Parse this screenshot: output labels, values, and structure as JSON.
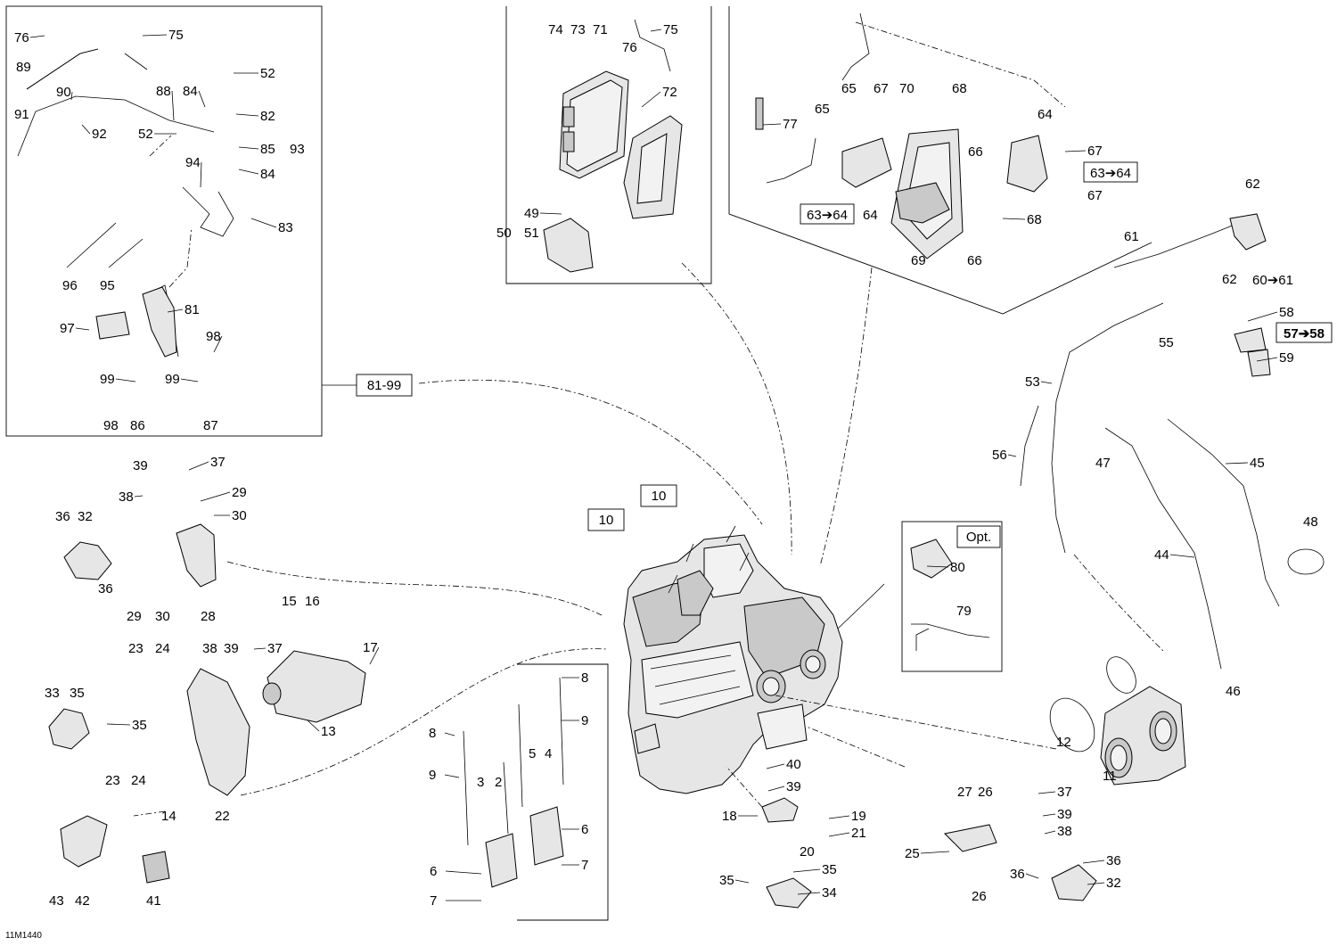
{
  "diagram": {
    "drawing_code": "11M1440",
    "callouts": [
      {
        "id": "c76a",
        "text": "76"
      },
      {
        "id": "c75a",
        "text": "75"
      },
      {
        "id": "c89",
        "text": "89"
      },
      {
        "id": "c90",
        "text": "90"
      },
      {
        "id": "c91",
        "text": "91"
      },
      {
        "id": "c92",
        "text": "92"
      },
      {
        "id": "c88",
        "text": "88"
      },
      {
        "id": "c84a",
        "text": "84"
      },
      {
        "id": "c52a",
        "text": "52"
      },
      {
        "id": "c82",
        "text": "82"
      },
      {
        "id": "c52b",
        "text": "52"
      },
      {
        "id": "c85",
        "text": "85"
      },
      {
        "id": "c93",
        "text": "93"
      },
      {
        "id": "c84b",
        "text": "84"
      },
      {
        "id": "c94",
        "text": "94"
      },
      {
        "id": "c83",
        "text": "83"
      },
      {
        "id": "c96",
        "text": "96"
      },
      {
        "id": "c95",
        "text": "95"
      },
      {
        "id": "c81",
        "text": "81"
      },
      {
        "id": "c97",
        "text": "97"
      },
      {
        "id": "c98a",
        "text": "98"
      },
      {
        "id": "c99a",
        "text": "99"
      },
      {
        "id": "c99b",
        "text": "99"
      },
      {
        "id": "c98b",
        "text": "98"
      },
      {
        "id": "c86",
        "text": "86"
      },
      {
        "id": "c87",
        "text": "87"
      },
      {
        "id": "c74",
        "text": "74"
      },
      {
        "id": "c73",
        "text": "73"
      },
      {
        "id": "c71",
        "text": "71"
      },
      {
        "id": "c76b",
        "text": "76"
      },
      {
        "id": "c75b",
        "text": "75"
      },
      {
        "id": "c72",
        "text": "72"
      },
      {
        "id": "c49",
        "text": "49"
      },
      {
        "id": "c50",
        "text": "50"
      },
      {
        "id": "c51",
        "text": "51"
      },
      {
        "id": "c65a",
        "text": "65"
      },
      {
        "id": "c67a",
        "text": "67"
      },
      {
        "id": "c70",
        "text": "70"
      },
      {
        "id": "c68a",
        "text": "68"
      },
      {
        "id": "c77",
        "text": "77"
      },
      {
        "id": "c65b",
        "text": "65"
      },
      {
        "id": "c64a",
        "text": "64"
      },
      {
        "id": "c67b",
        "text": "67"
      },
      {
        "id": "c66a",
        "text": "66"
      },
      {
        "id": "c67c",
        "text": "67"
      },
      {
        "id": "c64b",
        "text": "64"
      },
      {
        "id": "c68b",
        "text": "68"
      },
      {
        "id": "c69",
        "text": "69"
      },
      {
        "id": "c66b",
        "text": "66"
      },
      {
        "id": "c62a",
        "text": "62"
      },
      {
        "id": "c61",
        "text": "61"
      },
      {
        "id": "c62b",
        "text": "62"
      },
      {
        "id": "c58",
        "text": "58"
      },
      {
        "id": "c55",
        "text": "55"
      },
      {
        "id": "c59",
        "text": "59"
      },
      {
        "id": "c53",
        "text": "53"
      },
      {
        "id": "c47",
        "text": "47"
      },
      {
        "id": "c56",
        "text": "56"
      },
      {
        "id": "c45",
        "text": "45"
      },
      {
        "id": "c48",
        "text": "48"
      },
      {
        "id": "c44",
        "text": "44"
      },
      {
        "id": "c80",
        "text": "80"
      },
      {
        "id": "c79",
        "text": "79"
      },
      {
        "id": "c46",
        "text": "46"
      },
      {
        "id": "c12",
        "text": "12"
      },
      {
        "id": "c11",
        "text": "11"
      },
      {
        "id": "c39a",
        "text": "39"
      },
      {
        "id": "c37a",
        "text": "37"
      },
      {
        "id": "c38a",
        "text": "38"
      },
      {
        "id": "c29a",
        "text": "29"
      },
      {
        "id": "c30a",
        "text": "30"
      },
      {
        "id": "c36a",
        "text": "36"
      },
      {
        "id": "c32a",
        "text": "32"
      },
      {
        "id": "c36b",
        "text": "36"
      },
      {
        "id": "c29b",
        "text": "29"
      },
      {
        "id": "c30b",
        "text": "30"
      },
      {
        "id": "c28",
        "text": "28"
      },
      {
        "id": "c15",
        "text": "15"
      },
      {
        "id": "c16",
        "text": "16"
      },
      {
        "id": "c17",
        "text": "17"
      },
      {
        "id": "c23a",
        "text": "23"
      },
      {
        "id": "c24a",
        "text": "24"
      },
      {
        "id": "c38b",
        "text": "38"
      },
      {
        "id": "c39b",
        "text": "39"
      },
      {
        "id": "c37b",
        "text": "37"
      },
      {
        "id": "c33",
        "text": "33"
      },
      {
        "id": "c35a",
        "text": "35"
      },
      {
        "id": "c35b",
        "text": "35"
      },
      {
        "id": "c13",
        "text": "13"
      },
      {
        "id": "c23b",
        "text": "23"
      },
      {
        "id": "c24b",
        "text": "24"
      },
      {
        "id": "c14",
        "text": "14"
      },
      {
        "id": "c22",
        "text": "22"
      },
      {
        "id": "c43",
        "text": "43"
      },
      {
        "id": "c42",
        "text": "42"
      },
      {
        "id": "c41",
        "text": "41"
      },
      {
        "id": "c8a",
        "text": "8"
      },
      {
        "id": "c8b",
        "text": "8"
      },
      {
        "id": "c9a",
        "text": "9"
      },
      {
        "id": "c9b",
        "text": "9"
      },
      {
        "id": "c3",
        "text": "3"
      },
      {
        "id": "c2",
        "text": "2"
      },
      {
        "id": "c5",
        "text": "5"
      },
      {
        "id": "c4",
        "text": "4"
      },
      {
        "id": "c6a",
        "text": "6"
      },
      {
        "id": "c6b",
        "text": "6"
      },
      {
        "id": "c7a",
        "text": "7"
      },
      {
        "id": "c7b",
        "text": "7"
      },
      {
        "id": "c40",
        "text": "40"
      },
      {
        "id": "c39c",
        "text": "39"
      },
      {
        "id": "c18",
        "text": "18"
      },
      {
        "id": "c19",
        "text": "19"
      },
      {
        "id": "c20",
        "text": "20"
      },
      {
        "id": "c21",
        "text": "21"
      },
      {
        "id": "c35c",
        "text": "35"
      },
      {
        "id": "c35d",
        "text": "35"
      },
      {
        "id": "c34",
        "text": "34"
      },
      {
        "id": "c27",
        "text": "27"
      },
      {
        "id": "c26a",
        "text": "26"
      },
      {
        "id": "c37c",
        "text": "37"
      },
      {
        "id": "c39d",
        "text": "39"
      },
      {
        "id": "c38c",
        "text": "38"
      },
      {
        "id": "c25",
        "text": "25"
      },
      {
        "id": "c36c",
        "text": "36"
      },
      {
        "id": "c36d",
        "text": "36"
      },
      {
        "id": "c32b",
        "text": "32"
      },
      {
        "id": "c26b",
        "text": "26"
      }
    ],
    "boxed_callouts": [
      {
        "id": "b10a",
        "text": "10"
      },
      {
        "id": "b10b",
        "text": "10"
      },
      {
        "id": "b81-99",
        "text": "81-99"
      },
      {
        "id": "bopt",
        "text": "Opt."
      }
    ],
    "range_callouts": [
      {
        "id": "r6364a",
        "text": "63➔64"
      },
      {
        "id": "r6364b",
        "text": "63➔64"
      },
      {
        "id": "r6061",
        "text": "60➔61"
      },
      {
        "id": "r5758",
        "text": "57➔58"
      }
    ]
  }
}
